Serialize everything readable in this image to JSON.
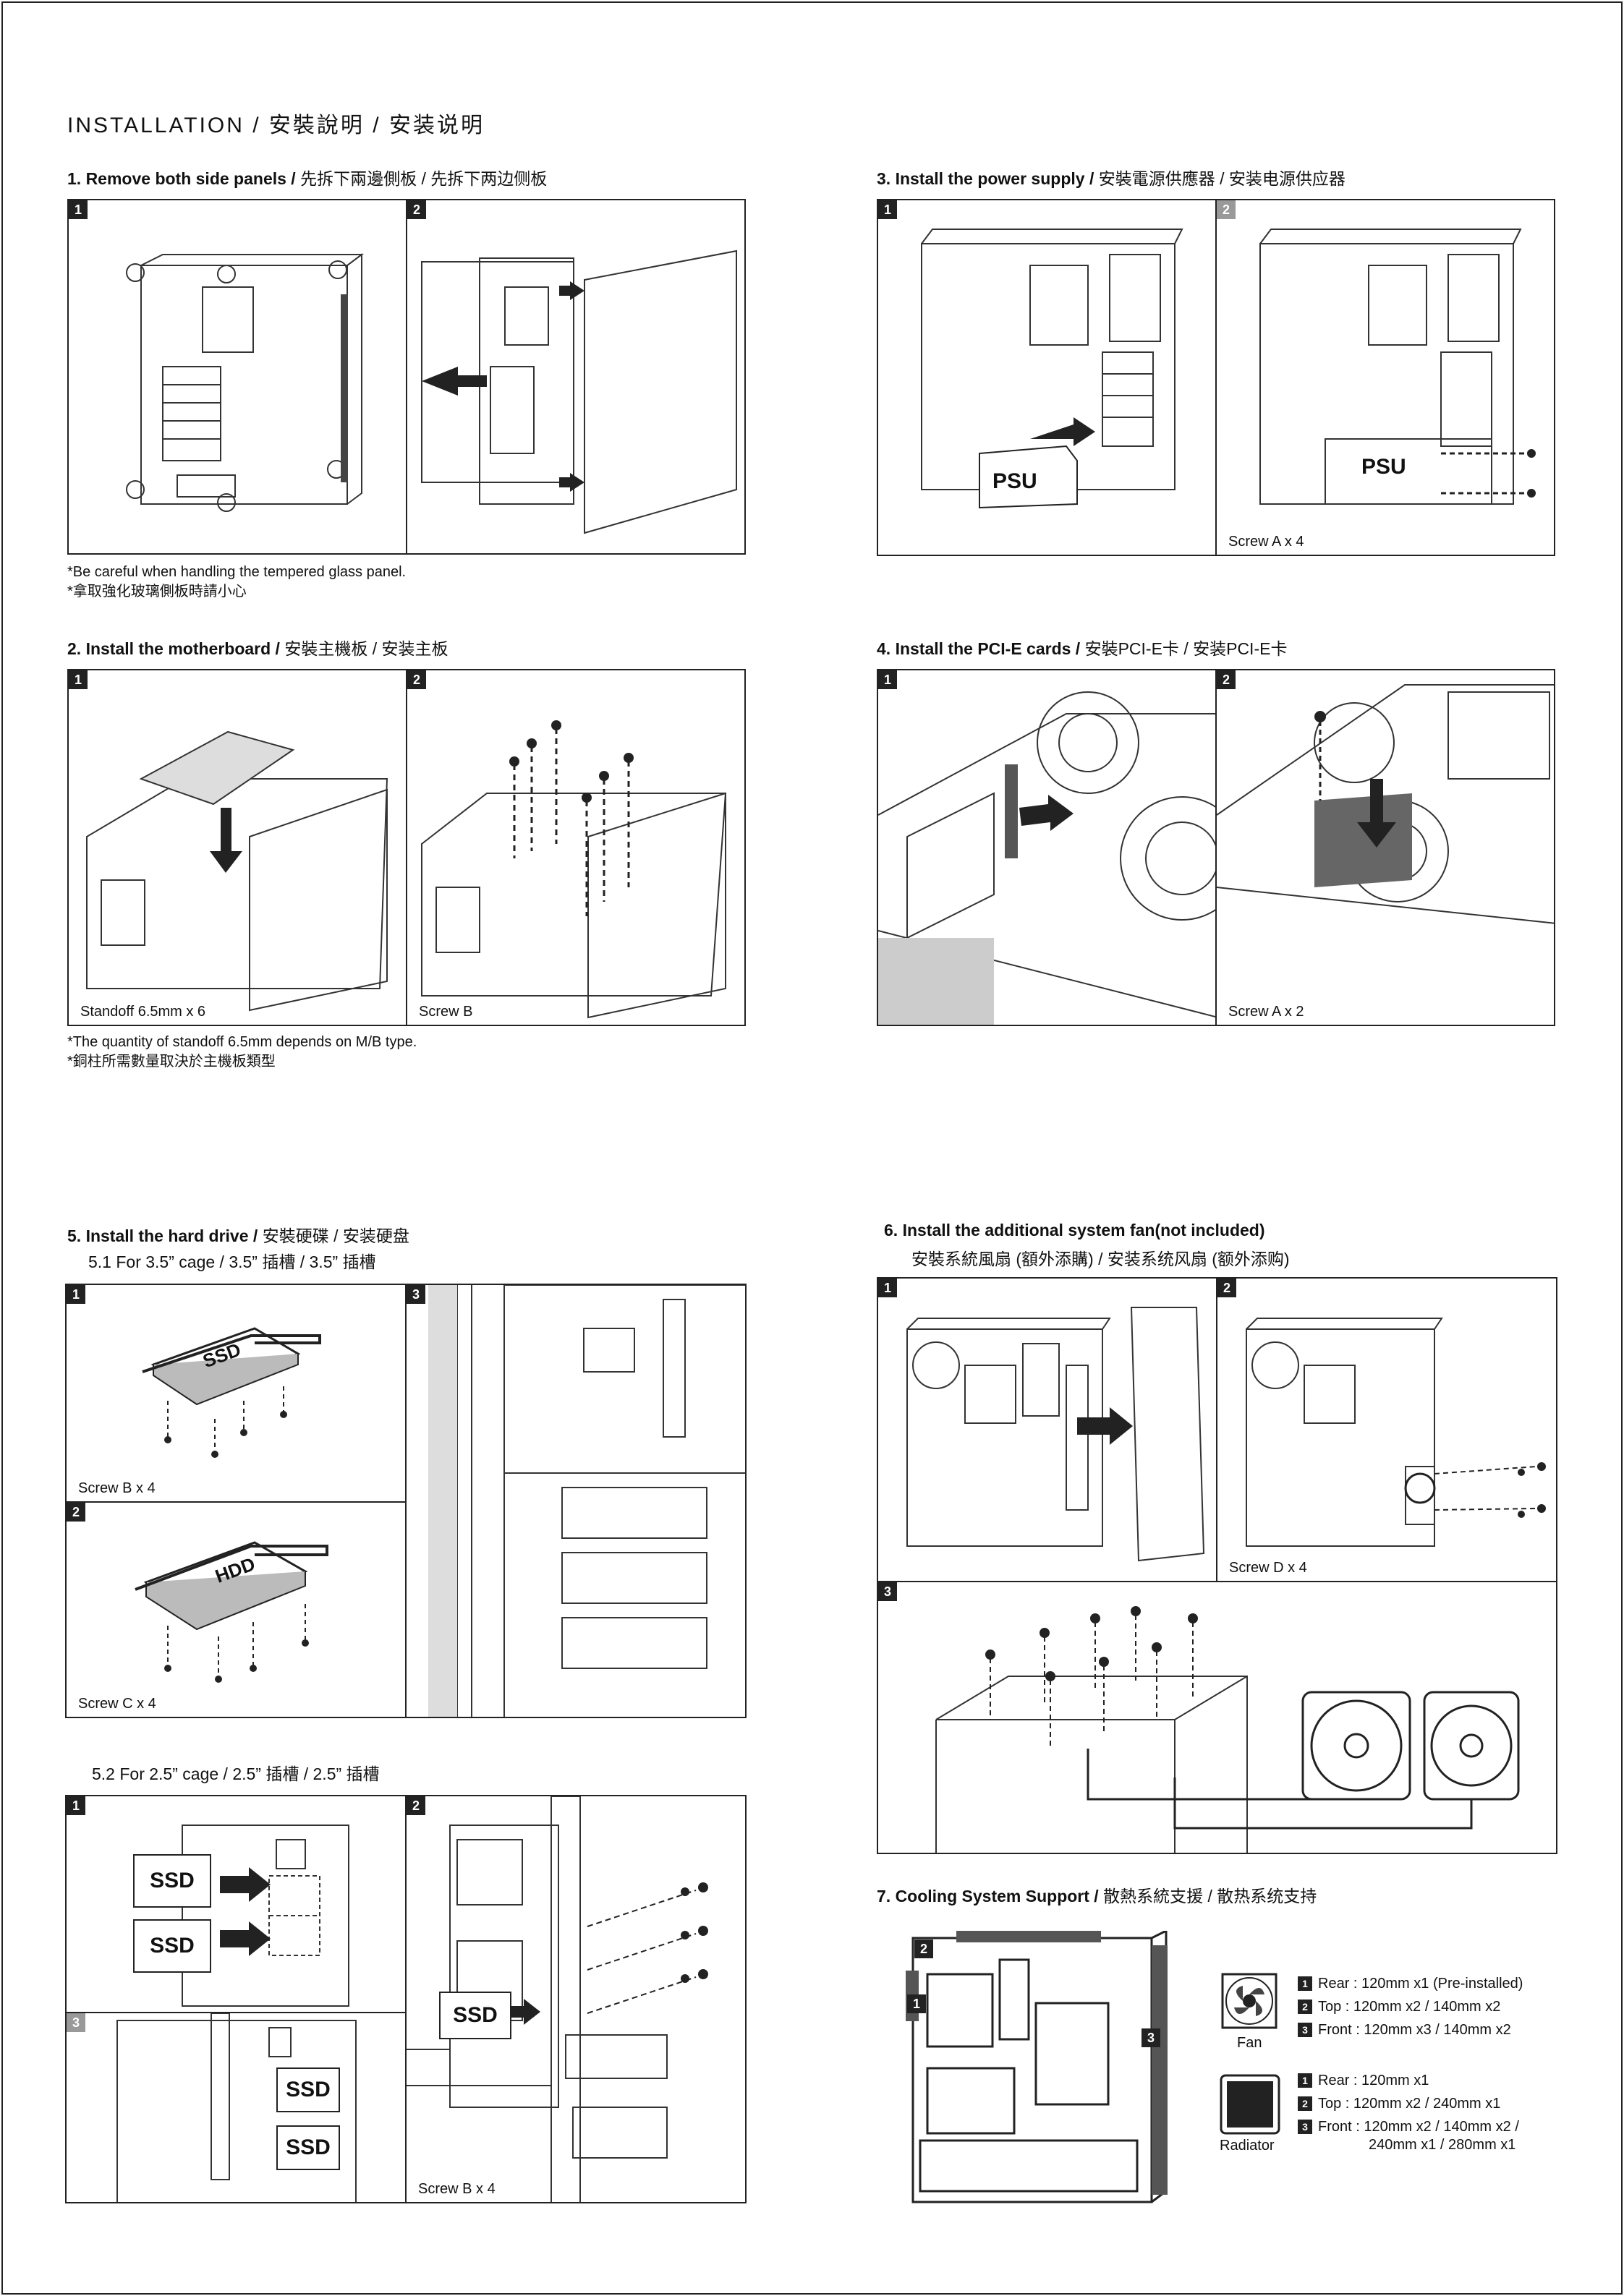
{
  "header": {
    "title": "INSTALLATION / 安裝說明 / 安装说明"
  },
  "sections": {
    "s1": {
      "title": "1.  Remove both side panels /",
      "title_cn": " 先拆下兩邊側板 / 先拆下两边侧板",
      "note1": "*Be careful when handling the tempered glass panel.",
      "note2": "*拿取強化玻璃側板時請小心"
    },
    "s2": {
      "title": "2.  Install the motherboard /",
      "title_cn": " 安裝主機板 / 安装主板",
      "cap1": "Standoff 6.5mm x 6",
      "cap2": "Screw B",
      "note1": "*The quantity of standoff 6.5mm depends on M/B type.",
      "note2": "*銅柱所需數量取決於主機板類型"
    },
    "s3": {
      "title": "3.  Install the power supply /",
      "title_cn": " 安裝電源供應器 / 安装电源供应器",
      "cap2": "Screw A x 4",
      "psu": "PSU"
    },
    "s4": {
      "title": "4.  Install the PCI-E cards /",
      "title_cn": " 安裝PCI-E卡 /  安装PCI-E卡",
      "cap2": "Screw A x 2"
    },
    "s5": {
      "title": "5. Install the hard drive /",
      "title_cn": " 安裝硬碟 / 安装硬盘",
      "sub1": "5.1 For 3.5” cage /  3.5” 插槽 /  3.5” 插槽",
      "sub2": "5.2 For 2.5” cage / 2.5” 插槽 /  2.5” 插槽",
      "cap_ssd": "Screw B x 4",
      "cap_hdd": "Screw C x 4",
      "cap_25": "Screw B x 4",
      "ssd": "SSD",
      "hdd": "HDD"
    },
    "s6": {
      "title": "6.   Install the additional system fan(not included)",
      "title_cn": "安裝系統風扇 (額外添購)  / 安装系统风扇 (额外添购)",
      "cap2": "Screw D x 4"
    },
    "s7": {
      "title": "7.   Cooling System Support /",
      "title_cn": " 散熱系統支援 / 散热系统支持",
      "fan_label": "Fan",
      "rad_label": "Radiator",
      "fan_rows": [
        "Rear : 120mm x1 (Pre-installed)",
        "Top : 120mm x2 / 140mm x2",
        "Front : 120mm x3 / 140mm x2"
      ],
      "rad_rows": [
        "Rear : 120mm x1",
        "Top : 120mm x2 / 240mm x1",
        "Front : 120mm x2 / 140mm x2 /"
      ],
      "rad_row_cont": "240mm x1 / 280mm x1"
    }
  },
  "step_numbers": [
    "1",
    "2",
    "3"
  ]
}
